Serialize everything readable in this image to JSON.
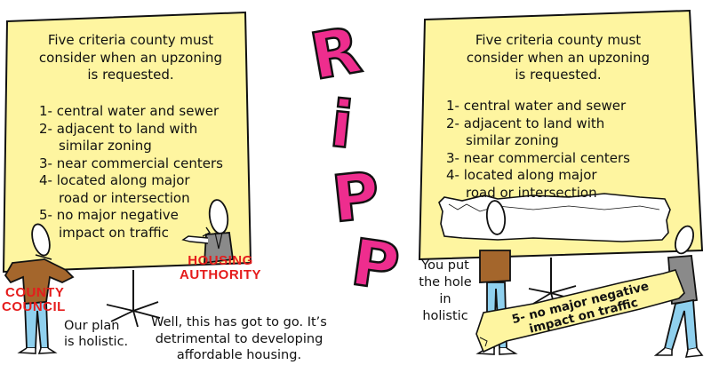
{
  "panel_left": {
    "heading": [
      "Five criteria county must",
      "consider when an upzoning",
      "is requested."
    ],
    "criteria": [
      {
        "num": "1-",
        "line1": "central water and sewer",
        "line2": ""
      },
      {
        "num": "2-",
        "line1": "adjacent to land with",
        "line2": "similar zoning"
      },
      {
        "num": "3-",
        "line1": "near commercial centers",
        "line2": ""
      },
      {
        "num": "4-",
        "line1": "located along major",
        "line2": "road or intersection"
      },
      {
        "num": "5-",
        "line1": "no major negative",
        "line2": "impact on traffic"
      }
    ],
    "county_label": [
      "COUNTY",
      "COUNCIL"
    ],
    "housing_label": [
      "HOUSING",
      "AUTHORITY"
    ],
    "county_speech": [
      "Our plan",
      "is holistic."
    ],
    "housing_speech": [
      "Well, this has got to go. It’s",
      "detrimental to developing",
      "affordable housing."
    ]
  },
  "title_letters": [
    "R",
    "i",
    "P",
    "P"
  ],
  "panel_right": {
    "heading": [
      "Five criteria county must",
      "consider when an upzoning",
      "is requested."
    ],
    "criteria": [
      {
        "num": "1-",
        "line1": "central water and sewer",
        "line2": ""
      },
      {
        "num": "2-",
        "line1": "adjacent to land with",
        "line2": "similar zoning"
      },
      {
        "num": "3-",
        "line1": "near commercial centers",
        "line2": ""
      },
      {
        "num": "4-",
        "line1": "located along major",
        "line2": "road or intersection"
      }
    ],
    "speech": [
      "You put",
      "the hole",
      "in",
      "holistic"
    ],
    "torn_strip": [
      "5- no major negative",
      "impact on traffic"
    ]
  },
  "colors": {
    "poster": "#fef5a0",
    "title_pink": "#ee2d8e",
    "label_red": "#e51c1c",
    "pants_blue": "#8fd0ee",
    "coat_brown": "#a4662c",
    "coat_gray": "#8a8a8a"
  }
}
